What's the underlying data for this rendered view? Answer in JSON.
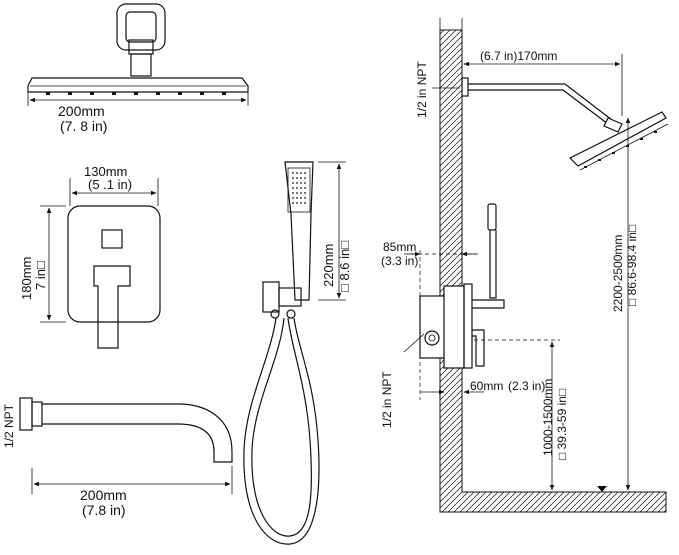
{
  "shower_head_top": {
    "width_mm": "200mm",
    "width_in": "(7. 8  in)"
  },
  "valve_plate": {
    "width_mm": "130mm",
    "width_in": "(5 .1 in)",
    "height_mm": "180mm",
    "height_in": "7 in□"
  },
  "handheld": {
    "length_mm": "220mm",
    "length_in": "□ 8.6 in□"
  },
  "tub_spout": {
    "thread": "1/2 NPT",
    "length_mm": "200mm",
    "length_in": "(7.8 in)"
  },
  "side_view": {
    "arm_length": "(6.7 in)170mm",
    "arm_thread": "1/2 in NPT",
    "valve_depth_mm": "85mm",
    "valve_depth_in": "(3.3 in)",
    "valve_thread": "1/2 in NPT",
    "valve_offset_mm": "60mm",
    "valve_offset_in": "(2.3 in)",
    "head_height_mm": "2200-2500mm",
    "head_height_in": "□ 86.6-98.4 in□",
    "valve_height_mm": "1000-1500mm",
    "valve_height_in": "□ 39.3-59 in□"
  }
}
